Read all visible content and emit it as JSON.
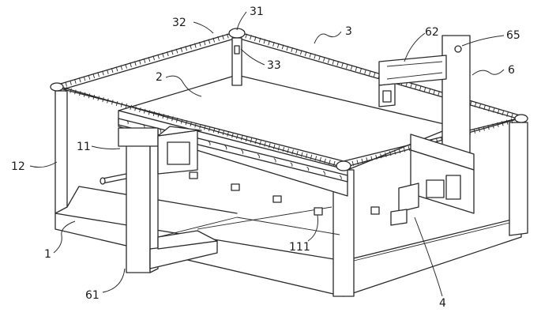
{
  "labels": {
    "l31": "31",
    "l32": "32",
    "l3": "3",
    "l62": "62",
    "l65": "65",
    "l33": "33",
    "l6": "6",
    "l2": "2",
    "l11": "11",
    "l12": "12",
    "l1": "1",
    "l111": "111",
    "l61": "61",
    "l4": "4"
  },
  "colors": {
    "line": "#2a2a2a",
    "background": "#ffffff"
  }
}
